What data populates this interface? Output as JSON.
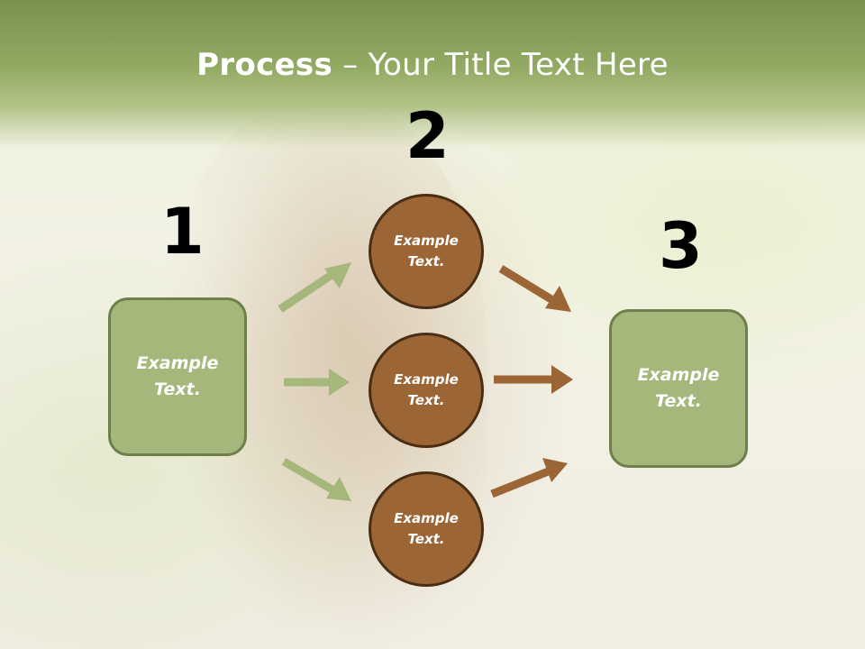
{
  "slide": {
    "title_bold": "Process",
    "title_rest": " – Your Title Text Here"
  },
  "steps": {
    "step1_number": "1",
    "step2_number": "2",
    "step3_number": "3"
  },
  "left_box": {
    "text": "Example\nText."
  },
  "right_box": {
    "text": "Example\nText."
  },
  "circles": [
    {
      "text": "Example\nText."
    },
    {
      "text": "Example\nText."
    },
    {
      "text": "Example\nText."
    }
  ],
  "colors": {
    "header_green": "#8ca35c",
    "box_green": "#a5b77a",
    "circle_brown": "#9b6536",
    "arrow_green": "#a5b77a",
    "arrow_brown": "#9b6536"
  }
}
